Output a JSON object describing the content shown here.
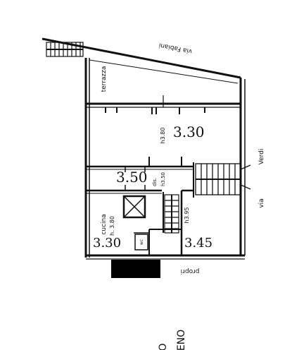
{
  "labels": {
    "street_top": "via Fabiani",
    "terrace": "terrazza",
    "street_right_name": "Verdi",
    "street_right_via": "via",
    "kitchen": "cucina",
    "kitchen_height": "h. 3.80",
    "height_main": "h3.80",
    "height_dis": "h3.50",
    "dis": "dis.",
    "height_right": "h3.95",
    "wc": "wc",
    "property": "propri",
    "bottom_text": "ENO",
    "bottom_char": "O"
  },
  "dimensions": {
    "main_room": "3.30",
    "center": "3.50",
    "kitchen": "3.30",
    "right_room": "3.45"
  },
  "colors": {
    "ink": "#111111",
    "redaction": "#000000"
  }
}
